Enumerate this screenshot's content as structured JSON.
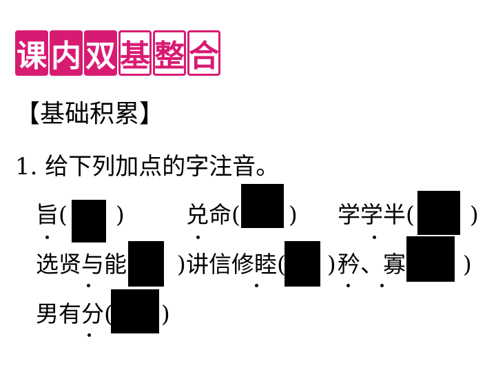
{
  "banner": {
    "chars": [
      "课",
      "内",
      "双",
      "基",
      "整",
      "合"
    ],
    "filled_bg": "#d81b72",
    "outline_color": "#d81b72"
  },
  "section_heading": "【基础积累】",
  "question": "1. 给下列加点的字注音。",
  "items": [
    {
      "text": "旨",
      "open": "(",
      "close": ")"
    },
    {
      "text": "兑命",
      "open": "(",
      "close": ")"
    },
    {
      "text": "学学半",
      "open": "(",
      "close": ")"
    },
    {
      "text": "选贤与能",
      "open": "(",
      "close": ")"
    },
    {
      "text": "讲信修睦",
      "open": "(",
      "close": ")"
    },
    {
      "text": "矜、寡",
      "open": "(",
      "close": ")"
    },
    {
      "text": "男有分",
      "open": "(",
      "close": ")"
    }
  ]
}
